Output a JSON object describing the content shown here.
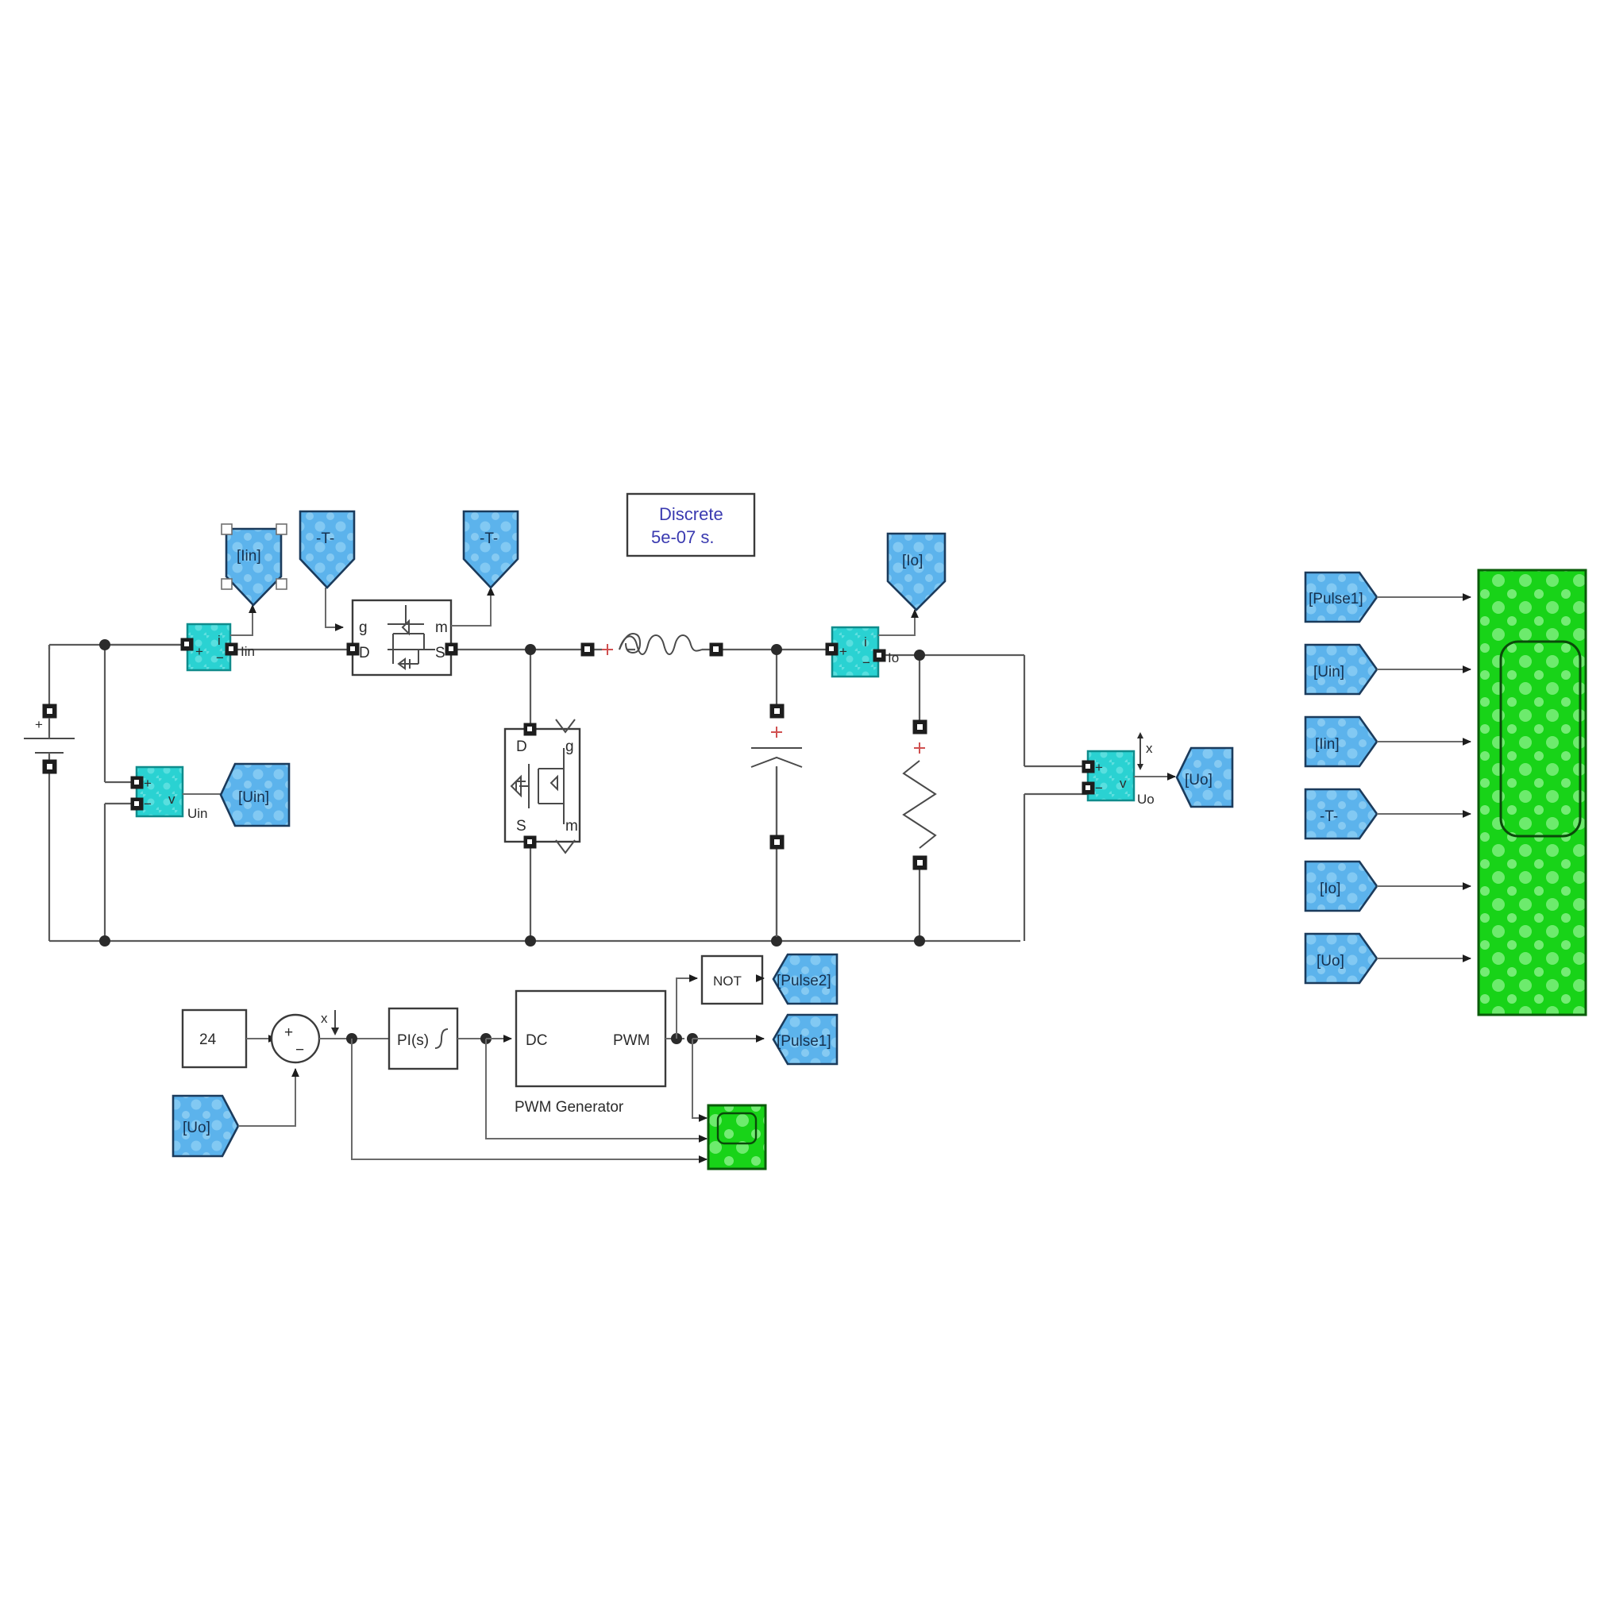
{
  "diagram": {
    "title": "Buck Converter Simulink Model",
    "type": "simulink-block-diagram"
  },
  "powergui": {
    "line1": "Discrete",
    "line2": "5e-07 s."
  },
  "power_circuit": {
    "source_label": "+",
    "measurements": [
      {
        "name": "iin-measure",
        "port_label": "Iin",
        "type": "current"
      },
      {
        "name": "uin-measure",
        "port_label": "Uin",
        "type": "voltage"
      },
      {
        "name": "io-measure",
        "port_label": "Io",
        "type": "current"
      },
      {
        "name": "uo-measure",
        "port_label": "Uo",
        "type": "voltage"
      }
    ],
    "mosfet_top": {
      "port_g": "g",
      "port_m": "m",
      "port_d": "D",
      "port_s": "S"
    },
    "mosfet_bottom": {
      "port_d": "D",
      "port_g": "g",
      "port_s": "S",
      "port_m": "m"
    }
  },
  "goto_tags_circuit": [
    {
      "label": "[Iin]",
      "name": "goto-iin",
      "selected": true
    },
    {
      "label": "-T-",
      "name": "from-t-left",
      "selected": false
    },
    {
      "label": "-T-",
      "name": "goto-t-right",
      "selected": false
    },
    {
      "label": "[Io]",
      "name": "goto-io",
      "selected": false
    },
    {
      "label": "[Uin]",
      "name": "goto-uin",
      "selected": false
    },
    {
      "label": "[Uo]",
      "name": "goto-uo",
      "selected": false
    }
  ],
  "control_loop": {
    "setpoint_value": "24",
    "sum_plus": "+",
    "sum_minus": "−",
    "sum_annotation": "x",
    "controller_label": "PI(s)",
    "from_uo_label": "[Uo]",
    "pwm_block": {
      "input_port": "DC",
      "output_port": "PWM",
      "caption": "PWM Generator"
    },
    "not_gate": "NOT",
    "pulse_tags": [
      {
        "label": "[Pulse2]",
        "name": "goto-pulse2"
      },
      {
        "label": "[Pulse1]",
        "name": "goto-pulse1"
      }
    ],
    "scope_inputs": 3
  },
  "scope_panel": {
    "from_tags": [
      {
        "label": "[Pulse1]",
        "name": "from-pulse1"
      },
      {
        "label": "[Uin]",
        "name": "from-uin"
      },
      {
        "label": "[Iin]",
        "name": "from-iin"
      },
      {
        "label": "-T-",
        "name": "from-t"
      },
      {
        "label": "[Io]",
        "name": "from-io"
      },
      {
        "label": "[Uo]",
        "name": "from-uo"
      }
    ],
    "scope_name": "main-scope"
  },
  "colors": {
    "goto_tag_fill": "#5cb3ec",
    "goto_tag_stroke": "#1b3b5c",
    "measure_fill": "#2ad2d2",
    "measure_stroke": "#0f8c8c",
    "scope_fill": "#18d318",
    "scope_stroke": "#0a5c0a",
    "wire": "#5a5a5a",
    "powergui_text": "#3a3ab0",
    "plus_mark": "#d05050"
  }
}
